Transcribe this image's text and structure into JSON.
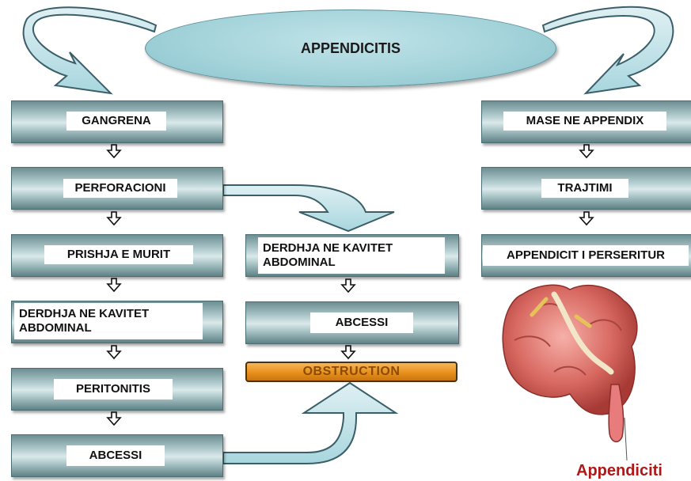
{
  "title": "APPENDICITIS",
  "left_chain": [
    "GANGRENA",
    "PERFORACIONI",
    "PRISHJA E MURIT",
    "DERDHJA NE KAVITET ABDOMINAL",
    "PERITONITIS",
    "ABCESSI"
  ],
  "middle_chain": [
    "DERDHJA NE KAVITET ABDOMINAL",
    "ABCESSI"
  ],
  "obstruction": "OBSTRUCTION",
  "right_chain": [
    "MASE NE APPENDIX",
    "TRAJTIMI",
    "APPENDICIT I PERSERITUR"
  ],
  "image_caption": "Appendiciti",
  "colors": {
    "box": "#a9c4c7",
    "ellipse": "#a4d3da",
    "obstruction": "#e8901c",
    "caption": "#b01818"
  }
}
